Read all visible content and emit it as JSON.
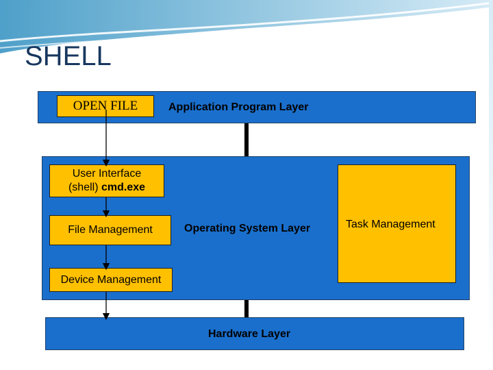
{
  "slide": {
    "title": "SHELL"
  },
  "layers": {
    "application": "Application Program Layer",
    "operating_system": "Operating System Layer",
    "hardware": "Hardware Layer"
  },
  "components": {
    "open_file": "OPEN FILE",
    "user_interface_line1": "User Interface",
    "user_interface_line2_a": "(shell) ",
    "user_interface_line2_b": "cmd.exe",
    "file_management": "File Management",
    "device_management": "Device Management",
    "task_management": "Task Management"
  },
  "colors": {
    "layer_blue": "#1a6fcc",
    "box_yellow": "#ffc000",
    "title_navy": "#17375e"
  }
}
